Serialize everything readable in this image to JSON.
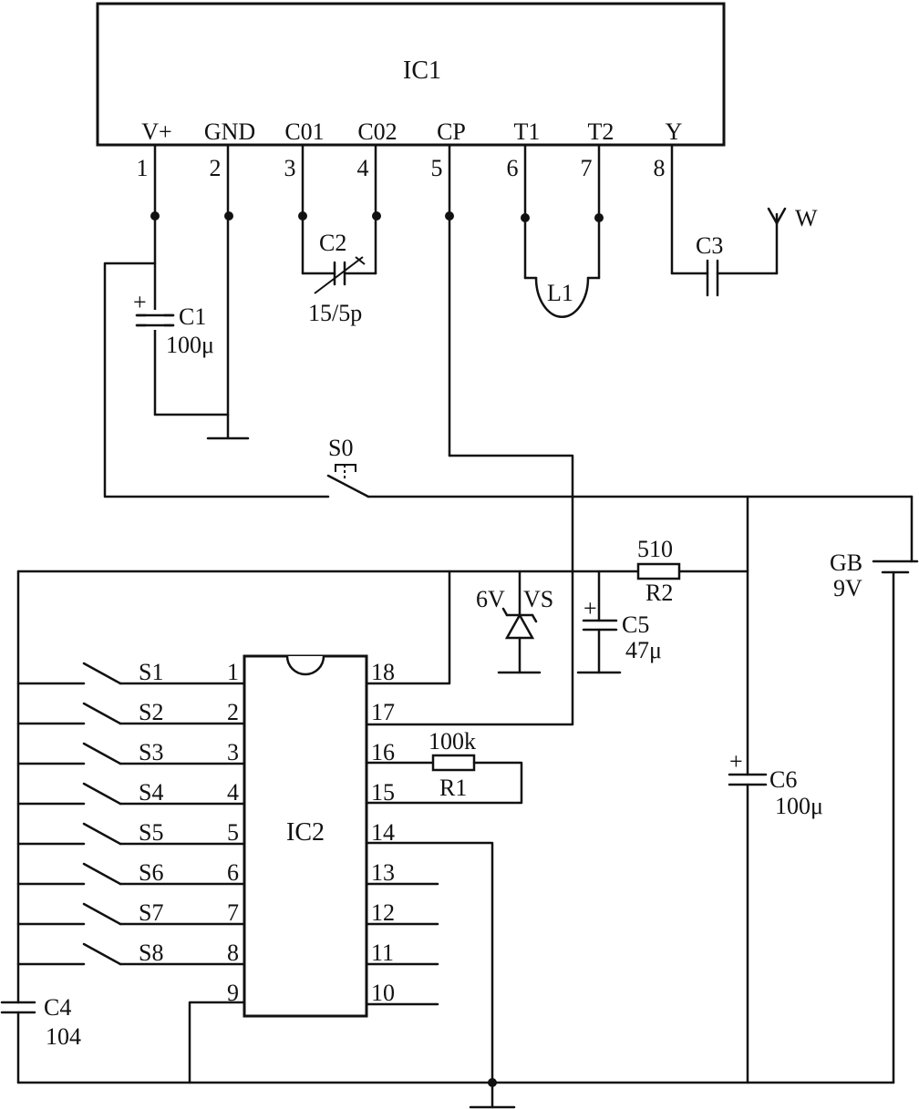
{
  "ic1": {
    "name": "IC1",
    "pin_names": [
      "V+",
      "GND",
      "C01",
      "C02",
      "CP",
      "T1",
      "T2",
      "Y"
    ],
    "pin_numbers": [
      "1",
      "2",
      "3",
      "4",
      "5",
      "6",
      "7",
      "8"
    ]
  },
  "ic2": {
    "name": "IC2",
    "left_pins": [
      "1",
      "2",
      "3",
      "4",
      "5",
      "6",
      "7",
      "8",
      "9"
    ],
    "right_pins": [
      "18",
      "17",
      "16",
      "15",
      "14",
      "13",
      "12",
      "11",
      "10"
    ]
  },
  "switches": [
    "S1",
    "S2",
    "S3",
    "S4",
    "S5",
    "S6",
    "S7",
    "S8"
  ],
  "components": {
    "c1": {
      "name": "C1",
      "value": "100μ"
    },
    "c2": {
      "name": "C2",
      "value": "15/5p"
    },
    "c3": {
      "name": "C3"
    },
    "c4": {
      "name": "C4",
      "value": "104"
    },
    "c5": {
      "name": "C5",
      "value": "47μ"
    },
    "c6": {
      "name": "C6",
      "value": "100μ"
    },
    "l1": {
      "name": "L1"
    },
    "r1": {
      "name": "R1",
      "value": "100k"
    },
    "r2": {
      "name": "R2",
      "value": "510"
    },
    "vs": {
      "name": "VS",
      "value": "6V"
    },
    "s0": {
      "name": "S0"
    },
    "gb": {
      "name": "GB",
      "value": "9V"
    },
    "w": {
      "name": "W"
    },
    "plus": "+"
  }
}
